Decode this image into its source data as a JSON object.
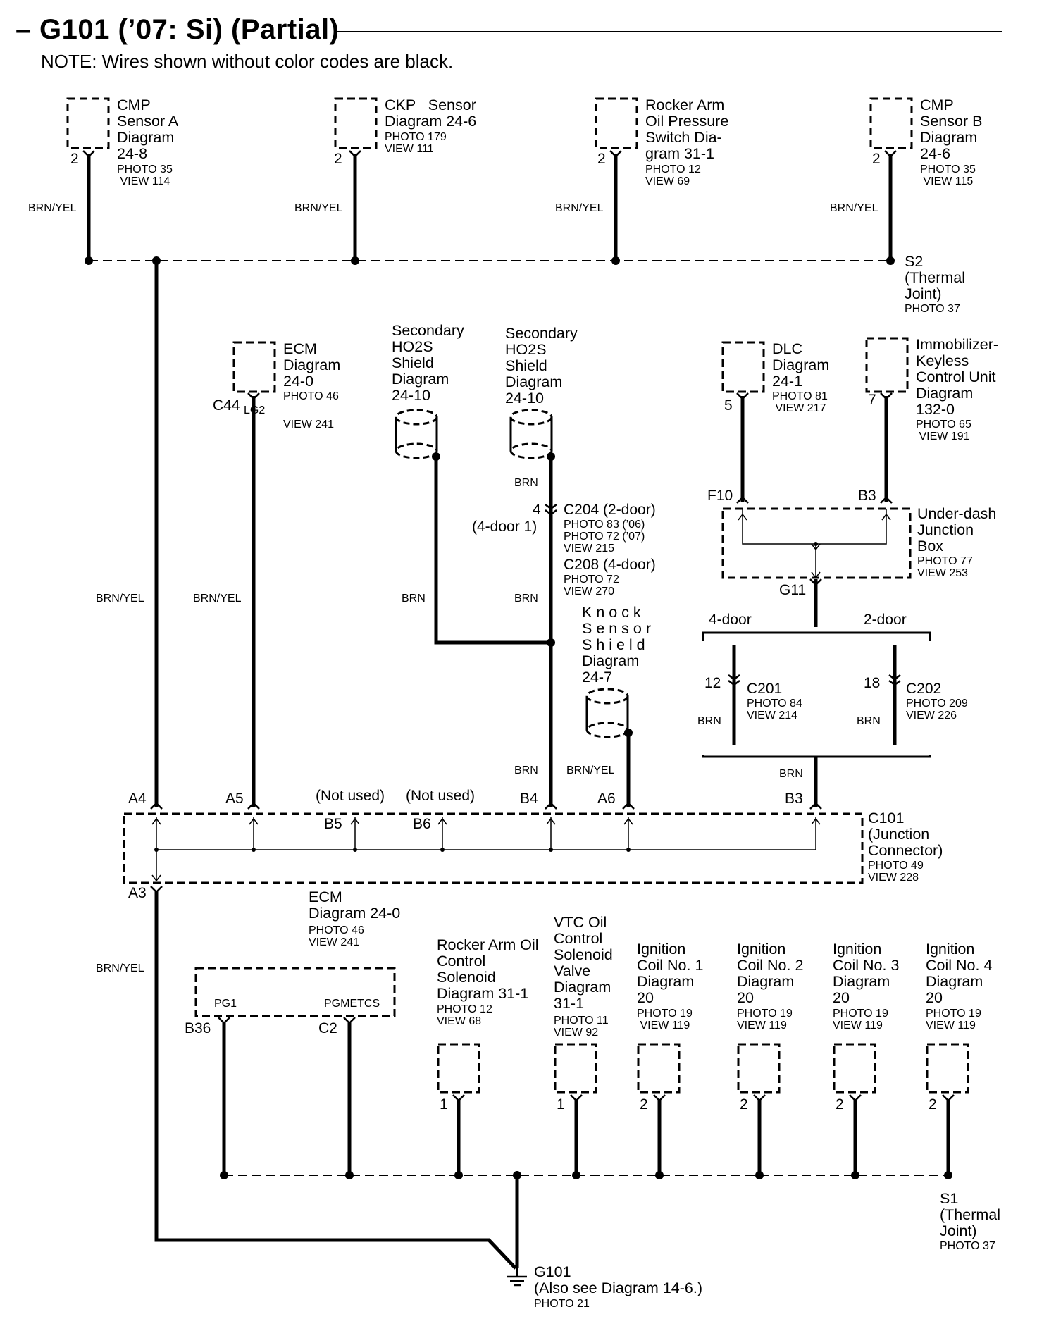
{
  "title": "G101 (’07: Si) (Partial)",
  "title_dash": "–",
  "note": "NOTE: Wires shown without color codes are black.",
  "top_components": [
    {
      "lines": [
        "CMP",
        "Sensor A",
        "Diagram",
        "24-8"
      ],
      "photo": "PHOTO 35",
      "view": "VIEW 114",
      "pin": "2",
      "wire": "BRN/YEL"
    },
    {
      "lines": [
        "CKP   Sensor",
        "Diagram 24-6"
      ],
      "photo": "PHOTO 179",
      "view": "VIEW 111",
      "pin": "2",
      "wire": "BRN/YEL"
    },
    {
      "lines": [
        "Rocker Arm",
        "Oil Pressure",
        "Switch Dia-",
        "gram 31-1"
      ],
      "photo": "PHOTO 12",
      "view": "VIEW 69",
      "pin": "2",
      "wire": "BRN/YEL"
    },
    {
      "lines": [
        "CMP",
        "Sensor B",
        "Diagram",
        "24-6"
      ],
      "photo": "PHOTO 35",
      "view": "VIEW 115",
      "pin": "2",
      "wire": "BRN/YEL"
    }
  ],
  "s2": {
    "lines": [
      "S2",
      "(Thermal",
      "Joint)"
    ],
    "photo": "PHOTO 37"
  },
  "ecm_top": {
    "lines": [
      "ECM",
      "Diagram",
      "24-0"
    ],
    "photo": "PHOTO 46",
    "view": "VIEW 241",
    "connector": "C44",
    "pin": "LG2",
    "wire": "BRN/YEL"
  },
  "shield1": {
    "lines": [
      "Secondary",
      "HO2S",
      "Shield",
      "Diagram",
      "24-10"
    ],
    "wire": "BRN"
  },
  "shield2": {
    "lines": [
      "Secondary",
      "HO2S",
      "Shield",
      "Diagram",
      "24-10"
    ],
    "wire_top": "BRN",
    "wire_mid": "BRN",
    "wire_bottom": "BRN"
  },
  "c204": {
    "pin": "4",
    "pin_4door": "(4-door 1)",
    "label": "C204 (2-door)",
    "photo1": "PHOTO 83 (’06)",
    "photo2": "PHOTO 72 (’07)",
    "view": "VIEW 215",
    "label2": "C208 (4-door)",
    "photo3": "PHOTO 72",
    "view2": "VIEW 270"
  },
  "knock": {
    "lines": [
      "K n o c k",
      "S e n s o r",
      "S h i e l d",
      "Diagram",
      "24-7"
    ],
    "wire": "BRN/YEL"
  },
  "dlc": {
    "lines": [
      "DLC",
      "Diagram",
      "24-1"
    ],
    "photo": "PHOTO 81",
    "view": "VIEW 217",
    "pin": "5"
  },
  "immobilizer": {
    "lines": [
      "Immobilizer-",
      "Keyless",
      "Control Unit",
      "Diagram",
      "132-0"
    ],
    "photo": "PHOTO 65",
    "view": "VIEW 191",
    "pin": "7"
  },
  "junction_box": {
    "lines": [
      "Under-dash",
      "Junction",
      "Box"
    ],
    "photo": "PHOTO 77",
    "view": "VIEW 253",
    "pin_left": "F10",
    "pin_right": "B3",
    "pin_bottom": "G11"
  },
  "door_split": {
    "left": "4-door",
    "right": "2-door"
  },
  "c201": {
    "pin": "12",
    "label": "C201",
    "photo": "PHOTO 84",
    "view": "VIEW 214",
    "wire": "BRN"
  },
  "c202": {
    "pin": "18",
    "label": "C202",
    "photo": "PHOTO 209",
    "view": "VIEW 226",
    "wire": "BRN"
  },
  "merge_wire": "BRN",
  "c101": {
    "lines": [
      "C101",
      "(Junction",
      "Connector)"
    ],
    "photo": "PHOTO 49",
    "view": "VIEW 228",
    "pins": {
      "a4": "A4",
      "a5": "A5",
      "b5": "B5",
      "b6": "B6",
      "b4": "B4",
      "a6": "A6",
      "b3": "B3",
      "a3": "A3"
    },
    "not_used_1": "(Not used)",
    "not_used_2": "(Not used)"
  },
  "left_wires": {
    "main": "BRN/YEL",
    "ecm": "BRN/YEL",
    "lower": "BRN/YEL"
  },
  "ecm_bottom": {
    "lines": [
      "ECM",
      "Diagram 24-0"
    ],
    "photo": "PHOTO 46",
    "view": "VIEW 241",
    "pg1": "PG1",
    "pgmetcs": "PGMETCS",
    "pin_b36": "B36",
    "pin_c2": "C2"
  },
  "bottom_components": [
    {
      "lines": [
        "Rocker Arm Oil",
        "Control",
        "Solenoid",
        "Diagram 31-1"
      ],
      "photo": "PHOTO 12",
      "view": "VIEW 68",
      "pin": "1"
    },
    {
      "lines": [
        "VTC Oil",
        "Control",
        "Solenoid",
        "Valve",
        "Diagram",
        "31-1"
      ],
      "photo": "PHOTO 11",
      "view": "VIEW 92",
      "pin": "1"
    },
    {
      "lines": [
        "Ignition",
        "Coil No. 1",
        "Diagram",
        "20"
      ],
      "photo": "PHOTO 19",
      "view": "VIEW 119",
      "pin": "2"
    },
    {
      "lines": [
        "Ignition",
        "Coil No. 2",
        "Diagram",
        "20"
      ],
      "photo": "PHOTO 19",
      "view": "VIEW 119",
      "pin": "2"
    },
    {
      "lines": [
        "Ignition",
        "Coil No. 3",
        "Diagram",
        "20"
      ],
      "photo": "PHOTO 19",
      "view": "VIEW 119",
      "pin": "2"
    },
    {
      "lines": [
        "Ignition",
        "Coil No. 4",
        "Diagram",
        "20"
      ],
      "photo": "PHOTO 19",
      "view": "VIEW 119",
      "pin": "2"
    }
  ],
  "s1": {
    "lines": [
      "S1",
      "(Thermal",
      "Joint)"
    ],
    "photo": "PHOTO 37"
  },
  "g101": {
    "lines": [
      "G101",
      "(Also see Diagram 14-6.)"
    ],
    "photo": "PHOTO 21"
  }
}
